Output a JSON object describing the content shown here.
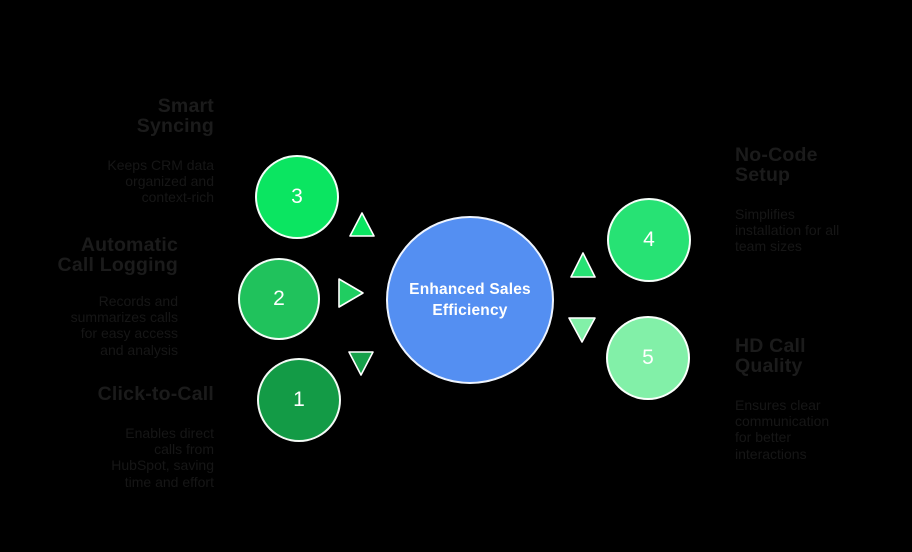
{
  "canvas": {
    "background_color": "#000000",
    "heading_color": "#1b1b1b",
    "body_color": "#161616"
  },
  "center": {
    "label": "Enhanced Sales\nEfficiency",
    "color": "#548ff2",
    "text_color": "#ffffff"
  },
  "features": [
    {
      "number": "1",
      "title": "Click-to-Call",
      "description": "Enables direct\ncalls from\nHubSpot, saving\ntime and effort",
      "circle_color": "#139b46",
      "arrow_color": "#17a14b",
      "arrow_direction": "down",
      "side": "left"
    },
    {
      "number": "2",
      "title": "Automatic\nCall Logging",
      "description": "Records and\nsummarizes calls\nfor easy access\nand analysis",
      "circle_color": "#20c25c",
      "arrow_color": "#20cd61",
      "arrow_direction": "right",
      "side": "left"
    },
    {
      "number": "3",
      "title": "Smart\nSyncing",
      "description": "Keeps CRM data\norganized and\ncontext-rich",
      "circle_color": "#0be561",
      "arrow_color": "#0be561",
      "arrow_direction": "up",
      "side": "left"
    },
    {
      "number": "4",
      "title": "No-Code\nSetup",
      "description": "Simplifies\ninstallation for all\nteam sizes",
      "circle_color": "#27e274",
      "arrow_color": "#27e274",
      "arrow_direction": "up",
      "side": "right"
    },
    {
      "number": "5",
      "title": "HD Call\nQuality",
      "description": "Ensures clear\ncommunication\nfor better\ninteractions",
      "circle_color": "#82f0a8",
      "arrow_color": "#82f0a8",
      "arrow_direction": "down",
      "side": "right"
    }
  ]
}
